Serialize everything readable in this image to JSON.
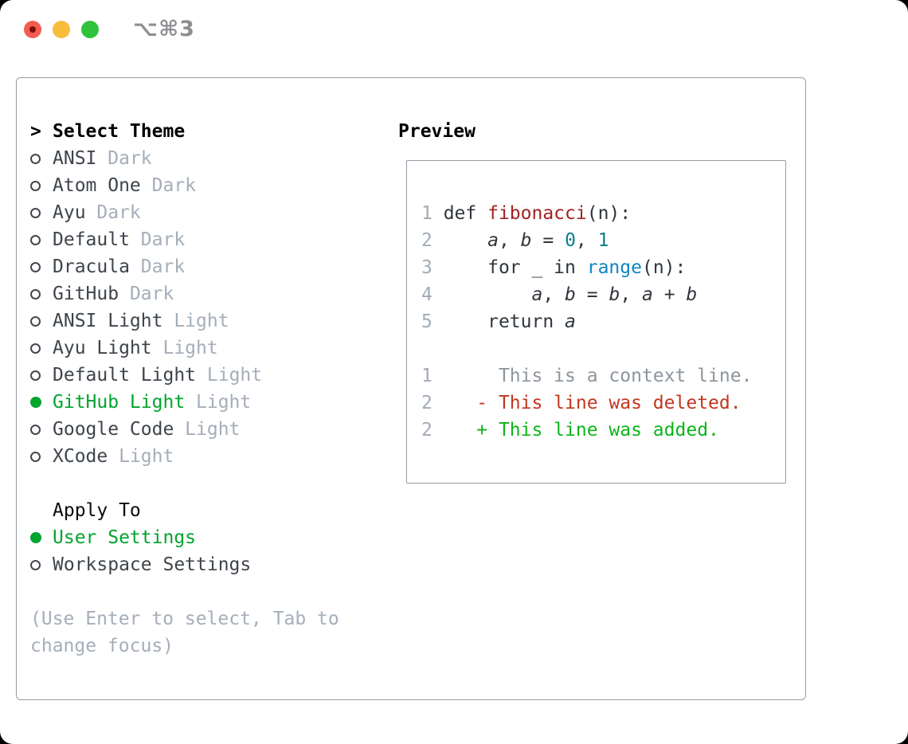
{
  "window": {
    "title": "⌥⌘3",
    "traffic_lights": {
      "close": "close-button-with-unsaved-dot",
      "minimize": "minimize-button",
      "zoom": "zoom-button"
    }
  },
  "colors": {
    "selected_green": "#00a42e",
    "added_green": "#0db41b",
    "deleted_red": "#c23620",
    "function_red": "#a32222",
    "number_teal": "#0b7f8c",
    "builtin_blue": "#1185c2",
    "muted_gray": "#a5aeb9",
    "border_gray": "#959da6",
    "traffic_red": "#f35c51",
    "traffic_yellow": "#f8bd3c",
    "traffic_green": "#2fc23d"
  },
  "theme_list": {
    "header_prefix": ">",
    "header_label": "Select Theme",
    "items": [
      {
        "name": "ANSI",
        "variant": "Dark",
        "selected": false
      },
      {
        "name": "Atom One",
        "variant": "Dark",
        "selected": false
      },
      {
        "name": "Ayu",
        "variant": "Dark",
        "selected": false
      },
      {
        "name": "Default",
        "variant": "Dark",
        "selected": false
      },
      {
        "name": "Dracula",
        "variant": "Dark",
        "selected": false
      },
      {
        "name": "GitHub",
        "variant": "Dark",
        "selected": false
      },
      {
        "name": "ANSI Light",
        "variant": "Light",
        "selected": false
      },
      {
        "name": "Ayu Light",
        "variant": "Light",
        "selected": false
      },
      {
        "name": "Default Light",
        "variant": "Light",
        "selected": false
      },
      {
        "name": "GitHub Light",
        "variant": "Light",
        "selected": true
      },
      {
        "name": "Google Code",
        "variant": "Light",
        "selected": false
      },
      {
        "name": "XCode",
        "variant": "Light",
        "selected": false
      }
    ]
  },
  "apply_to": {
    "header": "Apply To",
    "options": [
      {
        "label": "User Settings",
        "selected": true
      },
      {
        "label": "Workspace Settings",
        "selected": false
      }
    ]
  },
  "hint": {
    "line1": "(Use Enter to select, Tab to",
    "line2": "change focus)"
  },
  "preview": {
    "header": "Preview",
    "code_lines": [
      [
        {
          "t": "1 ",
          "s": "ln"
        },
        {
          "t": "def ",
          "s": "code"
        },
        {
          "t": "fibonacci",
          "s": "fn"
        },
        {
          "t": "(n):",
          "s": "code"
        }
      ],
      [
        {
          "t": "2 ",
          "s": "ln"
        },
        {
          "t": "    ",
          "s": "code"
        },
        {
          "t": "a",
          "s": "var"
        },
        {
          "t": ", ",
          "s": "code"
        },
        {
          "t": "b",
          "s": "var"
        },
        {
          "t": " = ",
          "s": "code"
        },
        {
          "t": "0",
          "s": "num"
        },
        {
          "t": ", ",
          "s": "code"
        },
        {
          "t": "1",
          "s": "num"
        }
      ],
      [
        {
          "t": "3 ",
          "s": "ln"
        },
        {
          "t": "    for _ in ",
          "s": "code"
        },
        {
          "t": "range",
          "s": "builtin"
        },
        {
          "t": "(n):",
          "s": "code"
        }
      ],
      [
        {
          "t": "4 ",
          "s": "ln"
        },
        {
          "t": "        ",
          "s": "code"
        },
        {
          "t": "a",
          "s": "var"
        },
        {
          "t": ", ",
          "s": "code"
        },
        {
          "t": "b",
          "s": "var"
        },
        {
          "t": " = ",
          "s": "code"
        },
        {
          "t": "b",
          "s": "var"
        },
        {
          "t": ", ",
          "s": "code"
        },
        {
          "t": "a",
          "s": "var"
        },
        {
          "t": " + ",
          "s": "code"
        },
        {
          "t": "b",
          "s": "var"
        }
      ],
      [
        {
          "t": "5 ",
          "s": "ln"
        },
        {
          "t": "    return ",
          "s": "code"
        },
        {
          "t": "a",
          "s": "var"
        }
      ],
      [],
      [
        {
          "t": "1      ",
          "s": "ln"
        },
        {
          "t": "This is a context line.",
          "s": "ctx"
        }
      ],
      [
        {
          "t": "2",
          "s": "ln"
        },
        {
          "t": "    ",
          "s": "code"
        },
        {
          "t": "- This line was deleted.",
          "s": "del"
        }
      ],
      [
        {
          "t": "2",
          "s": "ln"
        },
        {
          "t": "    ",
          "s": "code"
        },
        {
          "t": "+ This line was added.",
          "s": "add"
        }
      ]
    ]
  }
}
